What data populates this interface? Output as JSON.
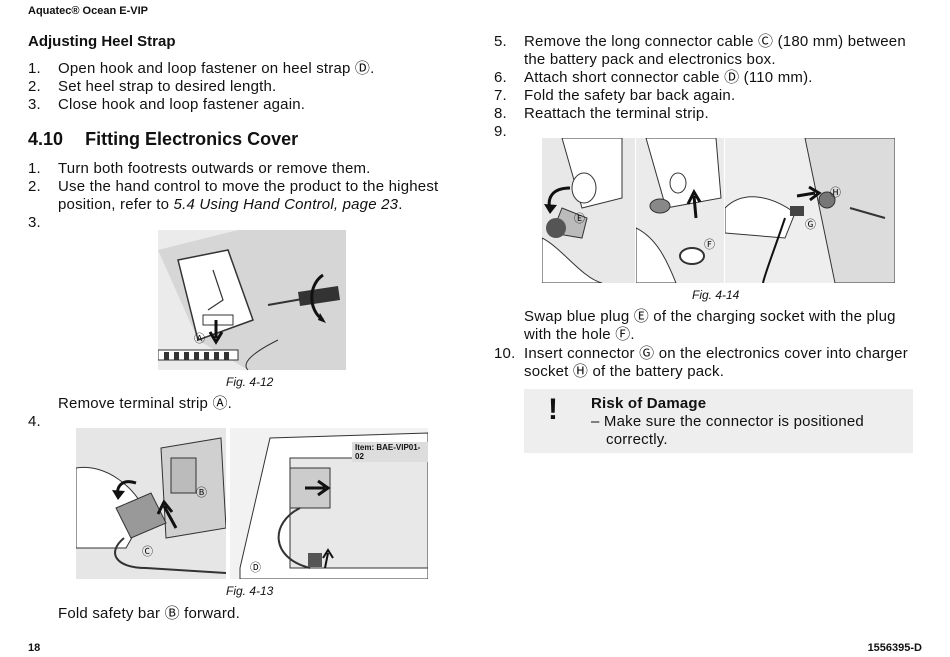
{
  "header": {
    "doc_title": "Aquatec® Ocean E-VIP"
  },
  "left": {
    "heel": {
      "title": "Adjusting Heel Strap",
      "steps": [
        {
          "n": "1.",
          "t": "Open hook and loop fastener on heel strap Ⓓ."
        },
        {
          "n": "2.",
          "t": "Set heel strap to desired length."
        },
        {
          "n": "3.",
          "t": "Close hook and loop fastener again."
        }
      ]
    },
    "section": {
      "number": "4.10",
      "title": "Fitting Electronics Cover"
    },
    "steps": [
      {
        "n": "1.",
        "t": "Turn both footrests outwards or remove them."
      },
      {
        "n": "2.",
        "t1": "Use the hand control to move the product to the highest",
        "t2a": "position, refer to ",
        "t2b": "5.4 Using Hand Control, page 23",
        "t2c": "."
      },
      {
        "n": "3."
      },
      {
        "n": "4."
      }
    ],
    "fig12": {
      "caption": "Fig. 4-12",
      "after": "Remove terminal strip Ⓐ.",
      "labels": [
        "Ⓐ"
      ]
    },
    "fig13": {
      "caption": "Fig. 4-13",
      "after": "Fold safety bar Ⓑ forward.",
      "labels": [
        "Ⓑ",
        "Ⓒ",
        "Ⓓ"
      ],
      "item_text": "Item: BAE-VIP01-02"
    }
  },
  "right": {
    "steps": [
      {
        "n": "5.",
        "t1": "Remove the long connector cable Ⓒ (180 mm) between",
        "t2": "the battery pack and electronics box."
      },
      {
        "n": "6.",
        "t": "Attach short connector cable Ⓓ (110 mm)."
      },
      {
        "n": "7.",
        "t": "Fold the safety bar back again."
      },
      {
        "n": "8.",
        "t": "Reattach the terminal strip."
      },
      {
        "n": "9."
      },
      {
        "n": "10.",
        "t1": "Insert connector Ⓖ on the electronics cover into charger",
        "t2": "socket Ⓗ of the battery pack."
      }
    ],
    "fig14": {
      "caption": "Fig. 4-14",
      "after1": "Swap blue plug Ⓔ of the charging socket with the plug",
      "after2": "with the hole Ⓕ.",
      "labels": [
        "Ⓔ",
        "Ⓕ",
        "Ⓖ",
        "Ⓗ"
      ]
    },
    "warning": {
      "icon": "!",
      "title": "Risk of Damage",
      "line1": "– Make sure the connector is positioned",
      "line2": "correctly."
    }
  },
  "footer": {
    "page": "18",
    "doc_number": "1556395-D"
  }
}
